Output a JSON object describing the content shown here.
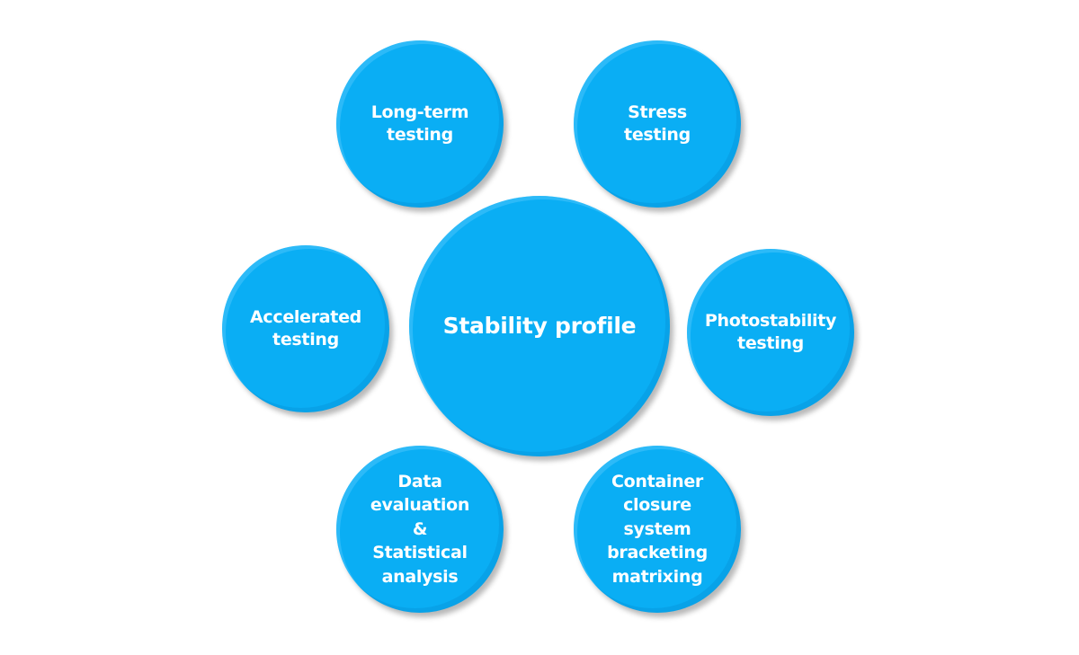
{
  "diagram": {
    "type": "hub-and-spoke",
    "center": {
      "label": "Stability profile"
    },
    "nodes": [
      {
        "id": "long-term",
        "label": "Long-term\ntesting"
      },
      {
        "id": "stress",
        "label": "Stress\ntesting"
      },
      {
        "id": "accelerated",
        "label": "Accelerated\ntesting"
      },
      {
        "id": "photostability",
        "label": "Photostability\ntesting"
      },
      {
        "id": "data-evaluation",
        "label": "Data\nevaluation\n&\nStatistical\nanalysis"
      },
      {
        "id": "container-closure",
        "label": "Container\nclosure\nsystem\nbracketing\nmatrixing"
      }
    ],
    "colors": {
      "circle_fill": "#0aaef4",
      "text": "#ffffff",
      "background": "#ffffff"
    }
  }
}
